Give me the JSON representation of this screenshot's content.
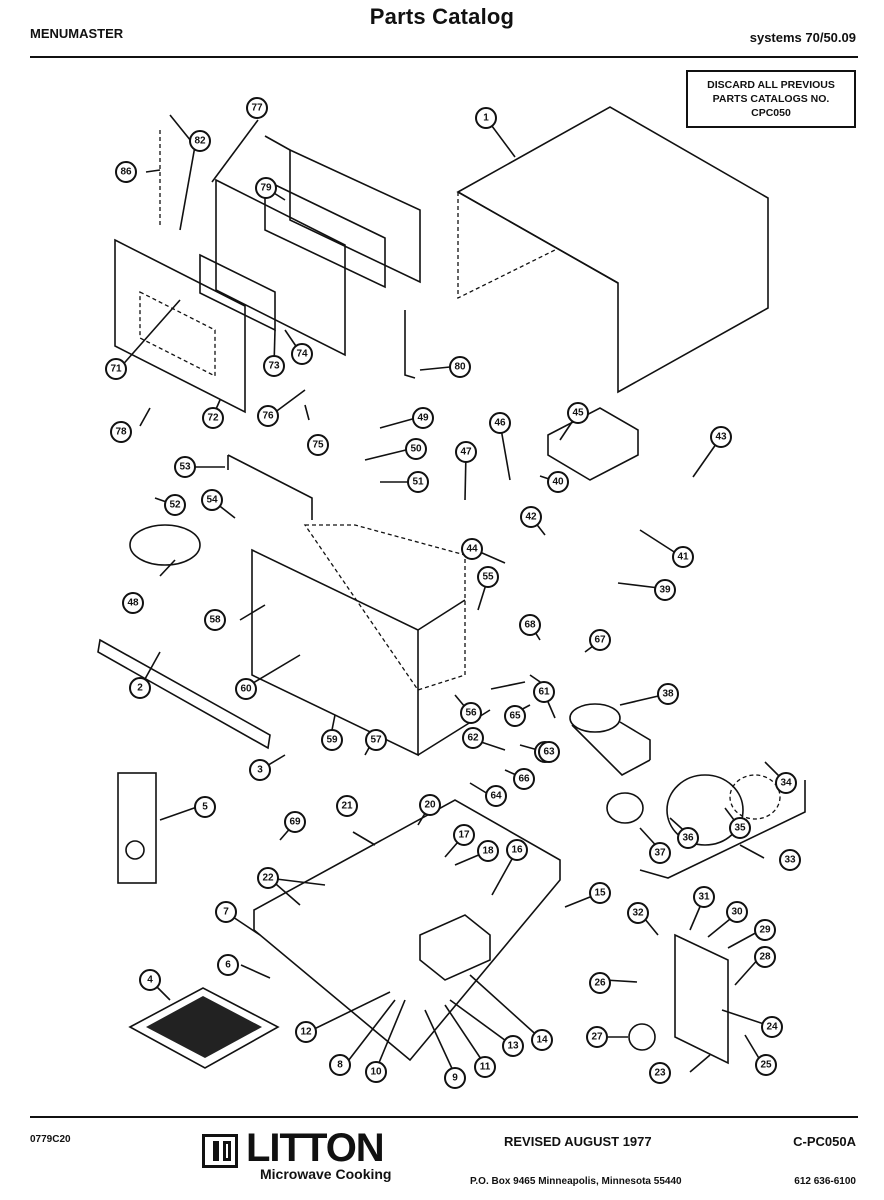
{
  "header": {
    "title": "Parts Catalog",
    "brand": "MENUMASTER",
    "model": "systems 70/50.09"
  },
  "notice": {
    "lines": [
      "DISCARD ALL PREVIOUS",
      "PARTS CATALOGS NO.",
      "CPC050"
    ]
  },
  "diagram": {
    "description": "Exploded view of microwave oven assembly",
    "callouts": [
      "1",
      "2",
      "3",
      "4",
      "5",
      "6",
      "7",
      "8",
      "9",
      "10",
      "11",
      "12",
      "13",
      "14",
      "15",
      "16",
      "17",
      "18",
      "20",
      "21",
      "22",
      "23",
      "24",
      "25",
      "26",
      "27",
      "28",
      "29",
      "30",
      "31",
      "32",
      "33",
      "34",
      "35",
      "36",
      "37",
      "38",
      "39",
      "40",
      "41",
      "42",
      "43",
      "44",
      "45",
      "46",
      "47",
      "48",
      "49",
      "50",
      "51",
      "52",
      "53",
      "54",
      "55",
      "56",
      "57",
      "58",
      "59",
      "60",
      "61",
      "62",
      "63",
      "64",
      "65",
      "66",
      "67",
      "68",
      "69",
      "71",
      "72",
      "73",
      "74",
      "75",
      "76",
      "77",
      "78",
      "79",
      "80",
      "82",
      "86"
    ]
  },
  "footer": {
    "code": "0779C20",
    "logo_word": "LITTON",
    "logo_sub": "Microwave Cooking",
    "revised": "REVISED AUGUST 1977",
    "catalog_no": "C-PC050A",
    "address": "P.O. Box 9465   Minneapolis, Minnesota 55440",
    "phone": "612  636-6100"
  }
}
